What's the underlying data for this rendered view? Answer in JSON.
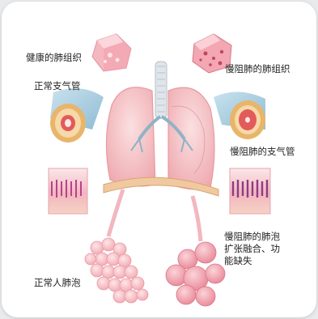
{
  "labels": {
    "healthy_tissue": "健康的肺组织",
    "normal_bronchus": "正常支气管",
    "copd_tissue": "慢阻肺的肺组织",
    "copd_bronchus": "慢阻肺的支气管",
    "copd_alveoli": "慢阻肺的肺泡\n扩张融合、功\n能缺失",
    "normal_alveoli": "正常人肺泡"
  },
  "colors": {
    "lung_fill": "#f4c4c6",
    "lung_edge": "#e89aa0",
    "alveoli_fill": "#f6b8be",
    "copd_alveoli_fill": "#ee9aa6",
    "bronchus_blue": "#9cc8de",
    "bronchus_ring": "#e8b56a",
    "tissue_pink": "#f2a7b0",
    "copd_spots": "#c2455e",
    "diaphragm": "#f0c9a0",
    "airway": "#dfe5ea"
  }
}
